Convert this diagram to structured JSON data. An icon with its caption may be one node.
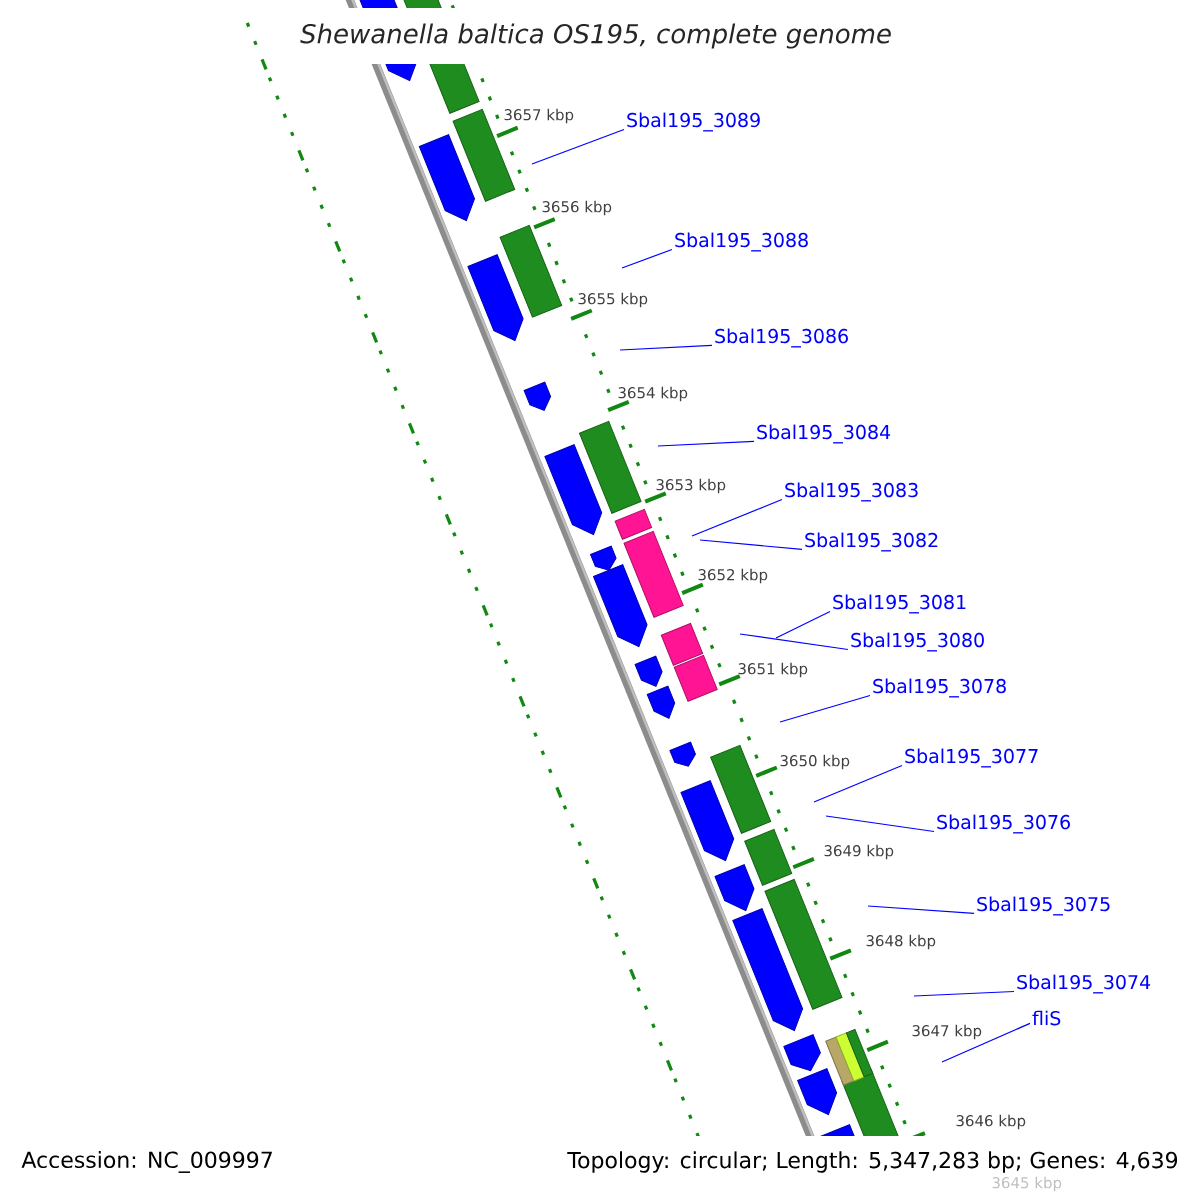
{
  "diagram": {
    "title": "Shewanella baltica OS195, complete genome",
    "nodes": [
      {
        "text": [
          "Sbal195_3089"
        ]
      },
      {
        "text": [
          "Sbal195_3088"
        ]
      },
      {
        "text": [
          "Sbal195_3086"
        ]
      },
      {
        "text": [
          "Sbal195_3084"
        ]
      },
      {
        "text": [
          "Sbal195_3083"
        ]
      },
      {
        "text": [
          "Sbal195_3082"
        ]
      },
      {
        "text": [
          "Sbal195_3081"
        ]
      },
      {
        "text": [
          "Sbal195_3080"
        ]
      },
      {
        "text": [
          "Sbal195_3078"
        ]
      },
      {
        "text": [
          "Sbal195_3077"
        ]
      },
      {
        "text": [
          "Sbal195_3076"
        ]
      },
      {
        "text": [
          "Sbal195_3075"
        ]
      },
      {
        "text": [
          "Sbal195_3074"
        ]
      },
      {
        "text": [
          "fliS"
        ]
      }
    ],
    "edges": [
      {
        "from": 0,
        "to": null,
        "arrow": "none"
      },
      {
        "from": 1,
        "to": null,
        "arrow": "none"
      },
      {
        "from": 2,
        "to": null,
        "arrow": "none"
      },
      {
        "from": 3,
        "to": null,
        "arrow": "none"
      },
      {
        "from": 4,
        "to": null,
        "arrow": "none"
      },
      {
        "from": 5,
        "to": null,
        "arrow": "none"
      },
      {
        "from": 6,
        "to": null,
        "arrow": "none"
      },
      {
        "from": 7,
        "to": null,
        "arrow": "none"
      },
      {
        "from": 8,
        "to": null,
        "arrow": "none"
      },
      {
        "from": 9,
        "to": null,
        "arrow": "none"
      },
      {
        "from": 10,
        "to": null,
        "arrow": "none"
      },
      {
        "from": 11,
        "to": null,
        "arrow": "none"
      },
      {
        "from": 12,
        "to": null,
        "arrow": "none"
      },
      {
        "from": 13,
        "to": null,
        "arrow": "none"
      }
    ],
    "labels": [
      "3657 kbp",
      "3656 kbp",
      "3655 kbp",
      "3654 kbp",
      "3653 kbp",
      "3652 kbp",
      "3651 kbp",
      "3650 kbp",
      "3649 kbp",
      "3648 kbp",
      "3647 kbp",
      "3646 kbp",
      "3645 kbp",
      "Accession: NC_009997",
      "Topology: circular; Length: 5,347,283 bp; Genes: 4,639"
    ]
  }
}
